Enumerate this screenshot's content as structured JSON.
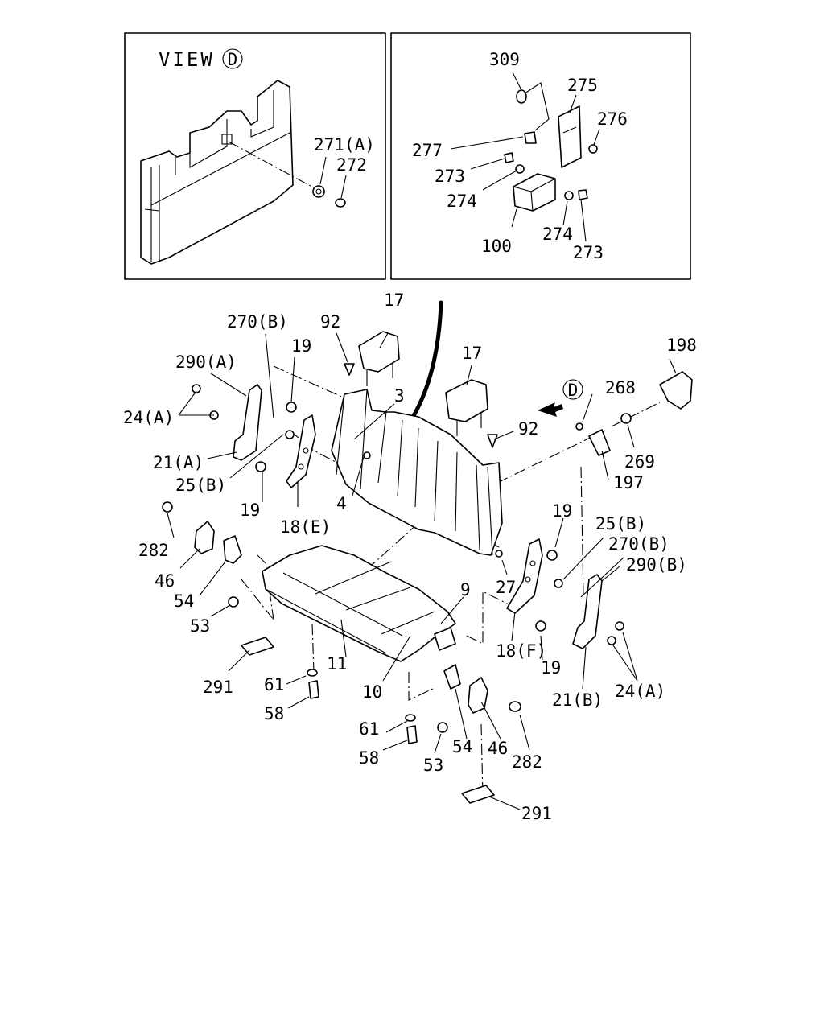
{
  "view_title": "VIEW",
  "view_marker": "D",
  "callouts": [
    {
      "id": "c-271a",
      "text": "271(A)"
    },
    {
      "id": "c-272",
      "text": "272"
    },
    {
      "id": "c-309",
      "text": "309"
    },
    {
      "id": "c-275",
      "text": "275"
    },
    {
      "id": "c-276",
      "text": "276"
    },
    {
      "id": "c-277",
      "text": "277"
    },
    {
      "id": "c-273-a",
      "text": "273"
    },
    {
      "id": "c-274-a",
      "text": "274"
    },
    {
      "id": "c-274-b",
      "text": "274"
    },
    {
      "id": "c-100",
      "text": "100"
    },
    {
      "id": "c-273-b",
      "text": "273"
    },
    {
      "id": "c-17-a",
      "text": "17"
    },
    {
      "id": "c-270b-a",
      "text": "270(B)"
    },
    {
      "id": "c-92-a",
      "text": "92"
    },
    {
      "id": "c-19-a",
      "text": "19"
    },
    {
      "id": "c-290a",
      "text": "290(A)"
    },
    {
      "id": "c-3",
      "text": "3"
    },
    {
      "id": "c-17-b",
      "text": "17"
    },
    {
      "id": "c-198",
      "text": "198"
    },
    {
      "id": "c-268",
      "text": "268"
    },
    {
      "id": "c-24a-a",
      "text": "24(A)"
    },
    {
      "id": "c-92-b",
      "text": "92"
    },
    {
      "id": "c-269",
      "text": "269"
    },
    {
      "id": "c-21a",
      "text": "21(A)"
    },
    {
      "id": "c-197",
      "text": "197"
    },
    {
      "id": "c-25b-a",
      "text": "25(B)"
    },
    {
      "id": "c-19-b",
      "text": "19"
    },
    {
      "id": "c-4",
      "text": "4"
    },
    {
      "id": "c-18e",
      "text": "18(E)"
    },
    {
      "id": "c-19-c",
      "text": "19"
    },
    {
      "id": "c-25b-b",
      "text": "25(B)"
    },
    {
      "id": "c-270b-b",
      "text": "270(B)"
    },
    {
      "id": "c-282-a",
      "text": "282"
    },
    {
      "id": "c-290b",
      "text": "290(B)"
    },
    {
      "id": "c-46-a",
      "text": "46"
    },
    {
      "id": "c-27",
      "text": "27"
    },
    {
      "id": "c-54-a",
      "text": "54"
    },
    {
      "id": "c-9",
      "text": "9"
    },
    {
      "id": "c-53-a",
      "text": "53"
    },
    {
      "id": "c-18f",
      "text": "18(F)"
    },
    {
      "id": "c-19-d",
      "text": "19"
    },
    {
      "id": "c-11",
      "text": "11"
    },
    {
      "id": "c-291-a",
      "text": "291"
    },
    {
      "id": "c-61-a",
      "text": "61"
    },
    {
      "id": "c-10",
      "text": "10"
    },
    {
      "id": "c-21b",
      "text": "21(B)"
    },
    {
      "id": "c-24a-b",
      "text": "24(A)"
    },
    {
      "id": "c-58-a",
      "text": "58"
    },
    {
      "id": "c-61-b",
      "text": "61"
    },
    {
      "id": "c-54-b",
      "text": "54"
    },
    {
      "id": "c-46-b",
      "text": "46"
    },
    {
      "id": "c-58-b",
      "text": "58"
    },
    {
      "id": "c-53-b",
      "text": "53"
    },
    {
      "id": "c-282-b",
      "text": "282"
    },
    {
      "id": "c-291-b",
      "text": "291"
    }
  ]
}
